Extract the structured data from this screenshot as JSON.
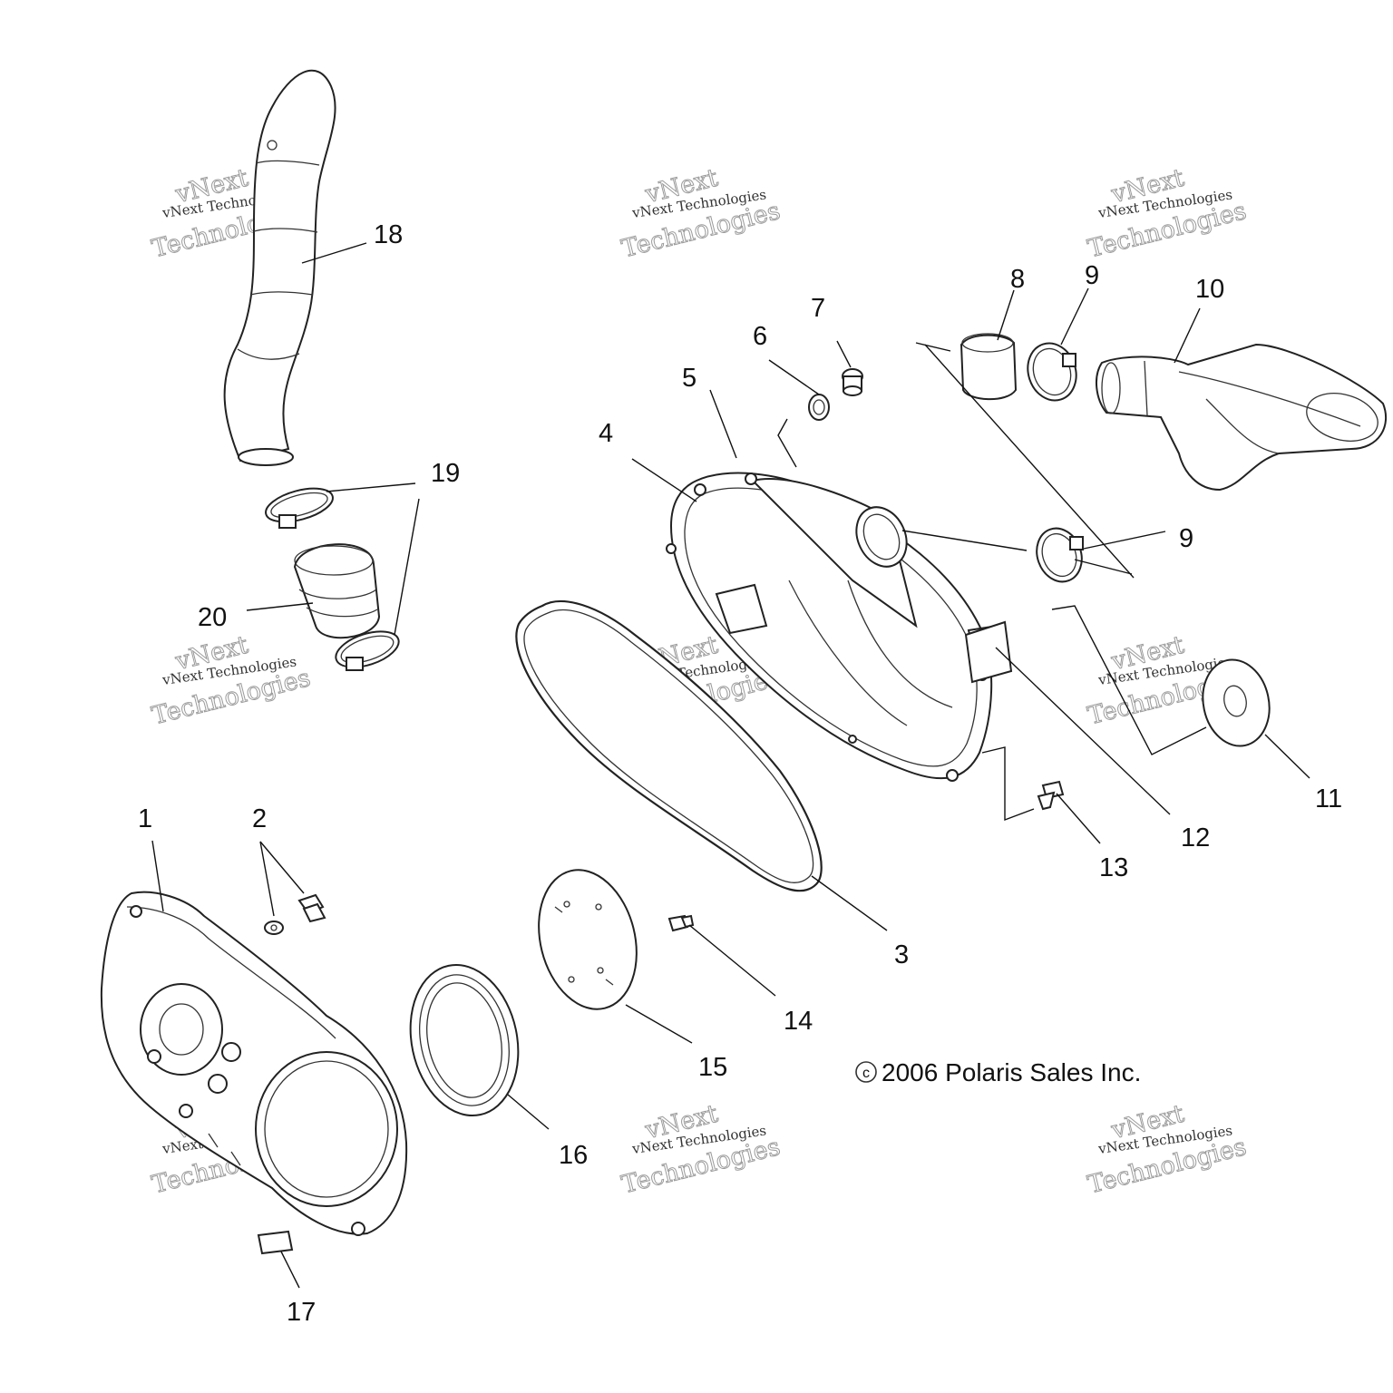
{
  "callouts": [
    "1",
    "2",
    "3",
    "4",
    "5",
    "6",
    "7",
    "8",
    "9",
    "9",
    "10",
    "11",
    "12",
    "13",
    "14",
    "15",
    "16",
    "17",
    "18",
    "19",
    "20"
  ],
  "copyright": "2006 Polaris Sales Inc.",
  "copyright_symbol": "c",
  "watermark": {
    "line1": "vNext Technologies",
    "line2": "vNext",
    "line3": "Technologies"
  }
}
